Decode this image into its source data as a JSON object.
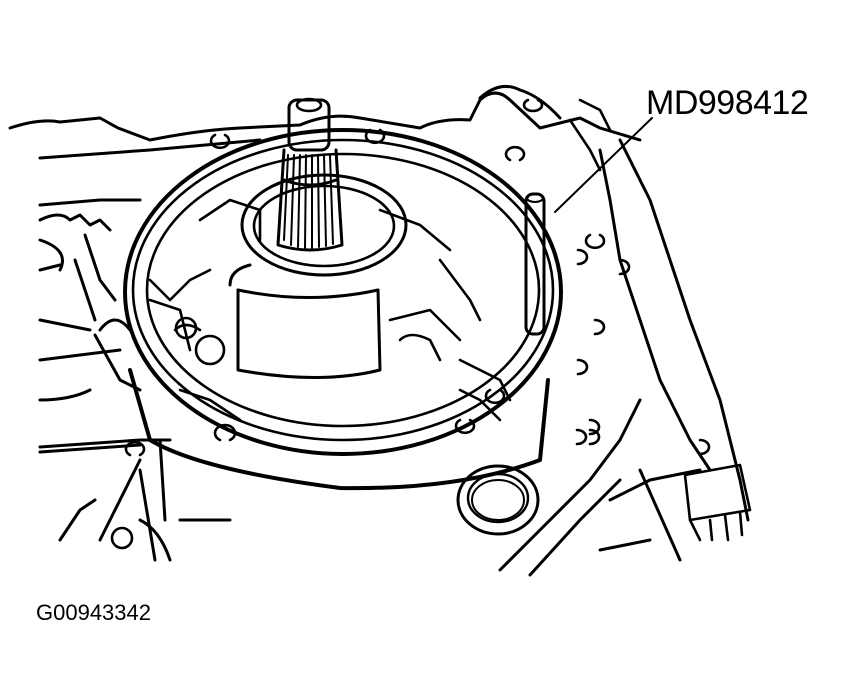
{
  "figure": {
    "type": "technical line illustration",
    "subject": "Transmission oil pump installation using special tool",
    "callouts": [
      {
        "text": "MD998412",
        "points_to": "guide pin tool inserted in oil pump bolt hole"
      }
    ],
    "figure_id": "G00943342",
    "colors": {
      "line": "#000000",
      "background": "#ffffff"
    }
  }
}
